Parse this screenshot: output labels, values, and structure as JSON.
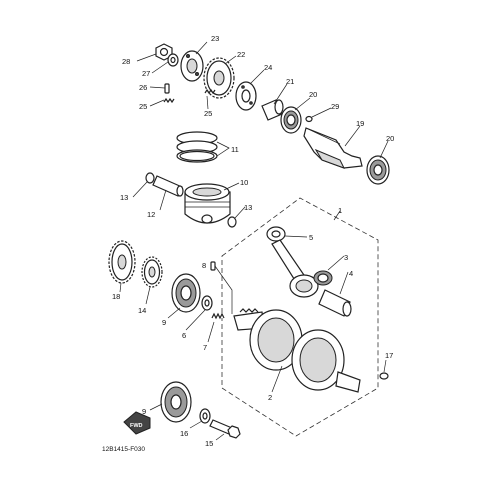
{
  "callouts": {
    "c1": "1",
    "c2": "2",
    "c3": "3",
    "c4": "4",
    "c5": "5",
    "c6": "6",
    "c7": "7",
    "c8": "8",
    "c9a": "9",
    "c9b": "9",
    "c10": "10",
    "c11": "11",
    "c12": "12",
    "c13a": "13",
    "c13b": "13",
    "c14": "14",
    "c15": "15",
    "c16": "16",
    "c17": "17",
    "c18": "18",
    "c19": "19",
    "c20a": "20",
    "c20b": "20",
    "c21": "21",
    "c22": "22",
    "c23": "23",
    "c24": "24",
    "c25a": "25",
    "c25b": "25",
    "c26": "26",
    "c27": "27",
    "c28": "28",
    "c29": "29"
  },
  "fwd_label": "FWD",
  "diagram_code": "12B1415-F030"
}
